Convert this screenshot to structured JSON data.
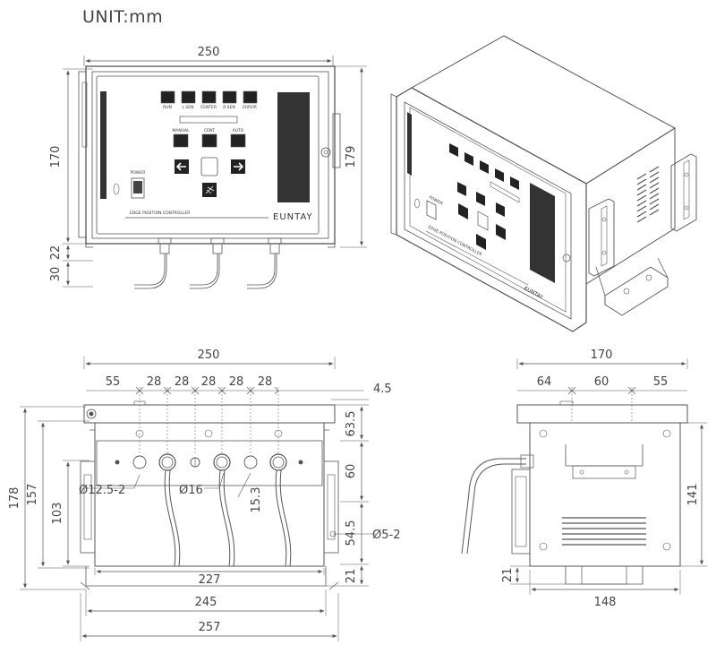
{
  "unit_label": "UNIT:mm",
  "front_view": {
    "width_top": "250",
    "height_left": "170",
    "height_right": "179",
    "dim_22": "22",
    "dim_30": "30",
    "panel": {
      "buttons": [
        "RUN",
        "L.SEN",
        "CENTER",
        "R.SEN",
        "ERROR"
      ],
      "mode_buttons": [
        "MANUAL",
        "CENT",
        "AUTO"
      ],
      "power_label": "POWER",
      "title": "EDGE POSITION CONTROLLER",
      "brand": "EUNTAY"
    }
  },
  "iso_view": {
    "title": "EDGE POSITION CONTROLLER",
    "brand": "EUNTAY",
    "power_label": "POWER"
  },
  "bottom_view": {
    "width_top": "250",
    "spacing": [
      "55",
      "28",
      "28",
      "28",
      "28",
      "28"
    ],
    "dim_4_5": "4.5",
    "dim_63_5": "63.5",
    "dim_60": "60",
    "dim_54_5": "54.5",
    "dim_21": "21",
    "dim_178": "178",
    "dim_157": "157",
    "dim_103": "103",
    "hole_a": "Ø12.5-2",
    "hole_b": "Ø16",
    "dim_15_3": "15.3",
    "hole_c": "Ø5-2",
    "width_227": "227",
    "width_245": "245",
    "width_257": "257"
  },
  "side_view": {
    "width_top": "170",
    "spacing": [
      "64",
      "60",
      "55"
    ],
    "dim_141": "141",
    "dim_21": "21",
    "width_148": "148"
  }
}
